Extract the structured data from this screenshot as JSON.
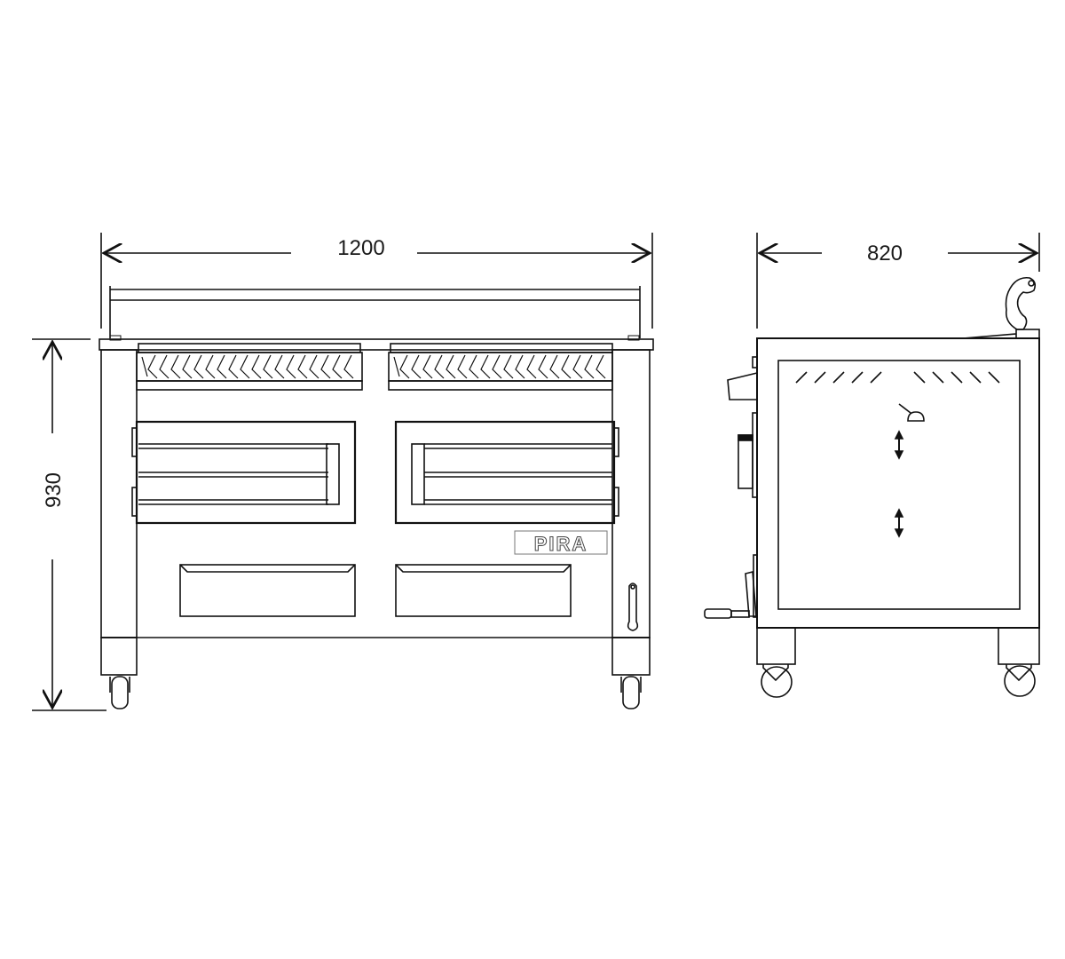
{
  "diagram": {
    "type": "technical-dimension-drawing",
    "views": [
      "front",
      "side"
    ],
    "colors": {
      "line": "#111111",
      "background": "#ffffff",
      "logo": "#555555"
    }
  },
  "front_view": {
    "width_dimension": "1200",
    "height_dimension": "930",
    "logo_text": "PIRA",
    "components": [
      "top-bar",
      "skewer-rack-left",
      "skewer-rack-right",
      "oven-door-left",
      "oven-door-right",
      "drawer-left",
      "drawer-right",
      "crank-handle",
      "legs",
      "casters"
    ]
  },
  "side_view": {
    "depth_dimension": "820",
    "components": [
      "hook-handle",
      "vent-slots",
      "damper-icon",
      "adjust-arrows",
      "side-crank",
      "legs",
      "casters"
    ]
  }
}
